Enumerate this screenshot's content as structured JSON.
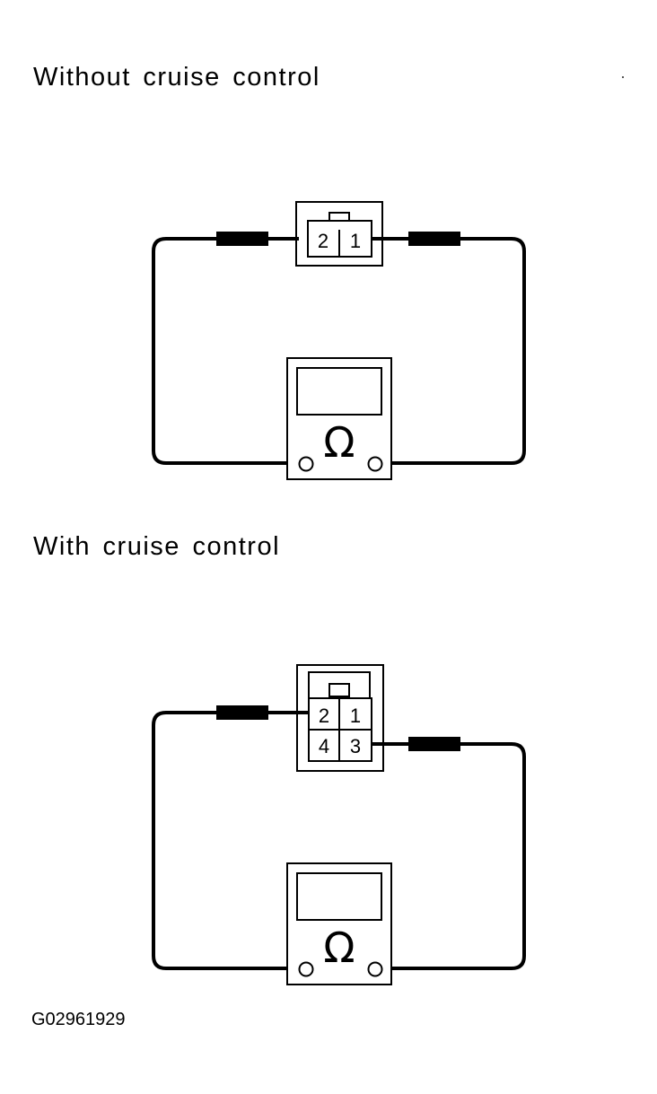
{
  "sections": [
    {
      "title": "Without cruise control",
      "connector": {
        "pins": [
          "2",
          "1"
        ]
      },
      "meter": {
        "symbol": "Ω"
      }
    },
    {
      "title": "With cruise control",
      "connector": {
        "pins": [
          "2",
          "1",
          "4",
          "3"
        ]
      },
      "meter": {
        "symbol": "Ω"
      }
    }
  ],
  "figure_code": "G02961929"
}
